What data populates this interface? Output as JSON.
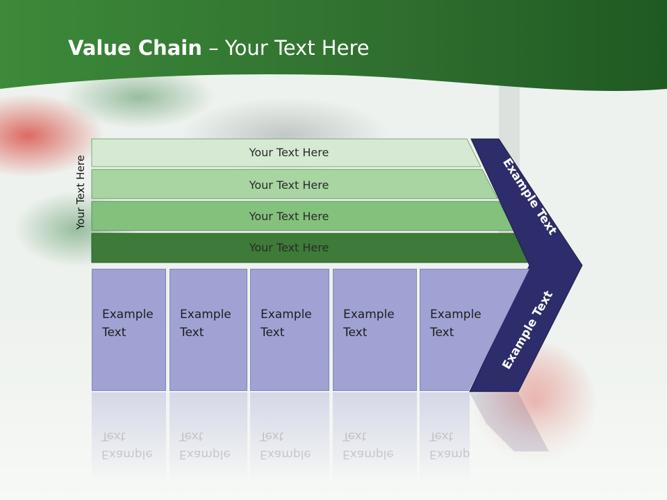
{
  "header": {
    "title_bold": "Value Chain",
    "title_rest": " – Your Text Here"
  },
  "vertical_label": "Your Text Here",
  "bars": [
    {
      "label": "Your Text Here",
      "color": "#d6ead3"
    },
    {
      "label": "Your Text Here",
      "color": "#a8d5a2"
    },
    {
      "label": "Your Text Here",
      "color": "#84c17d"
    },
    {
      "label": "Your Text Here",
      "color": "#3e7a38"
    }
  ],
  "boxes": [
    {
      "label": "Example\nText"
    },
    {
      "label": "Example\nText"
    },
    {
      "label": "Example\nText"
    },
    {
      "label": "Example\nText"
    },
    {
      "label": "Example\nText"
    }
  ],
  "chevron": {
    "top_label": "Example Text",
    "bottom_label": "Example Text",
    "color": "#2c2d6a"
  },
  "colors": {
    "header_green": "#3f8a3c",
    "box_fill": "#a0a2d4"
  }
}
